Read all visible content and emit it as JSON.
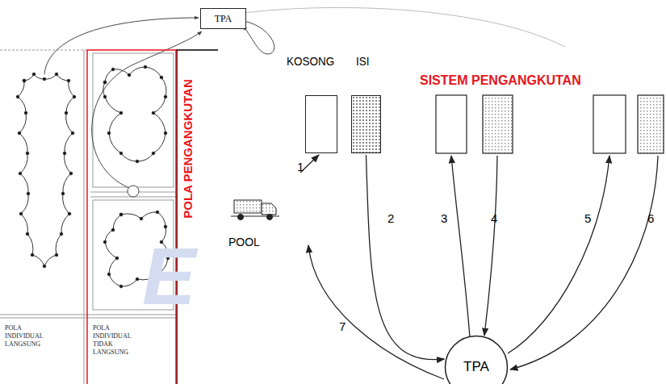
{
  "diagram": {
    "nodes": [
      {
        "text": [
          "TPA"
        ]
      },
      {
        "text": [
          "KOSONG"
        ]
      },
      {
        "text": [
          "ISI"
        ]
      },
      {
        "text": [
          "TPA"
        ]
      },
      {
        "text": [
          "POLA INDIVIDUAL LANGSUNG"
        ]
      },
      {
        "text": [
          "POLA INDIVIDUAL TIDAK LANGSUNG"
        ]
      }
    ],
    "edges": [
      {
        "from": 2,
        "to": 3,
        "label": "2",
        "arrow": "to"
      }
    ],
    "labels": [
      "SISTEM PENGANGKUTAN",
      "POLA PENGANGKUTAN",
      "POOL",
      "1",
      "3",
      "4",
      "5",
      "6",
      "7",
      "E"
    ]
  }
}
